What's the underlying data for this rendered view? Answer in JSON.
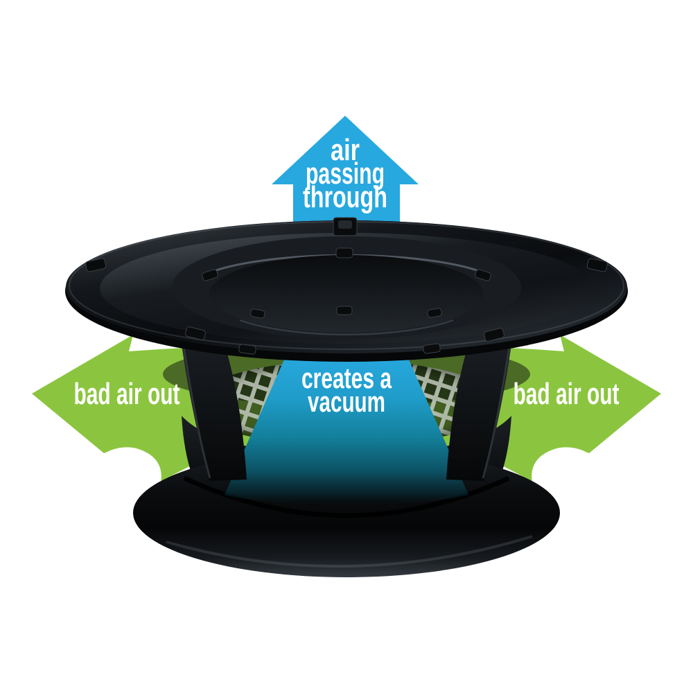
{
  "page": {
    "background_color": "#ffffff"
  },
  "diagram": {
    "colors": {
      "arrow_blue": "#27a8df",
      "arrow_green": "#8bc53f",
      "label_text": "#ffffff",
      "product_black": "#0b0d10"
    },
    "top_arrow": {
      "line1": "air",
      "line2": "passing",
      "line3": "through"
    },
    "vacuum_label": {
      "line1": "creates a",
      "line2": "vacuum"
    },
    "left_arrow": {
      "label": "bad air out"
    },
    "right_arrow": {
      "label": "bad air out"
    }
  }
}
